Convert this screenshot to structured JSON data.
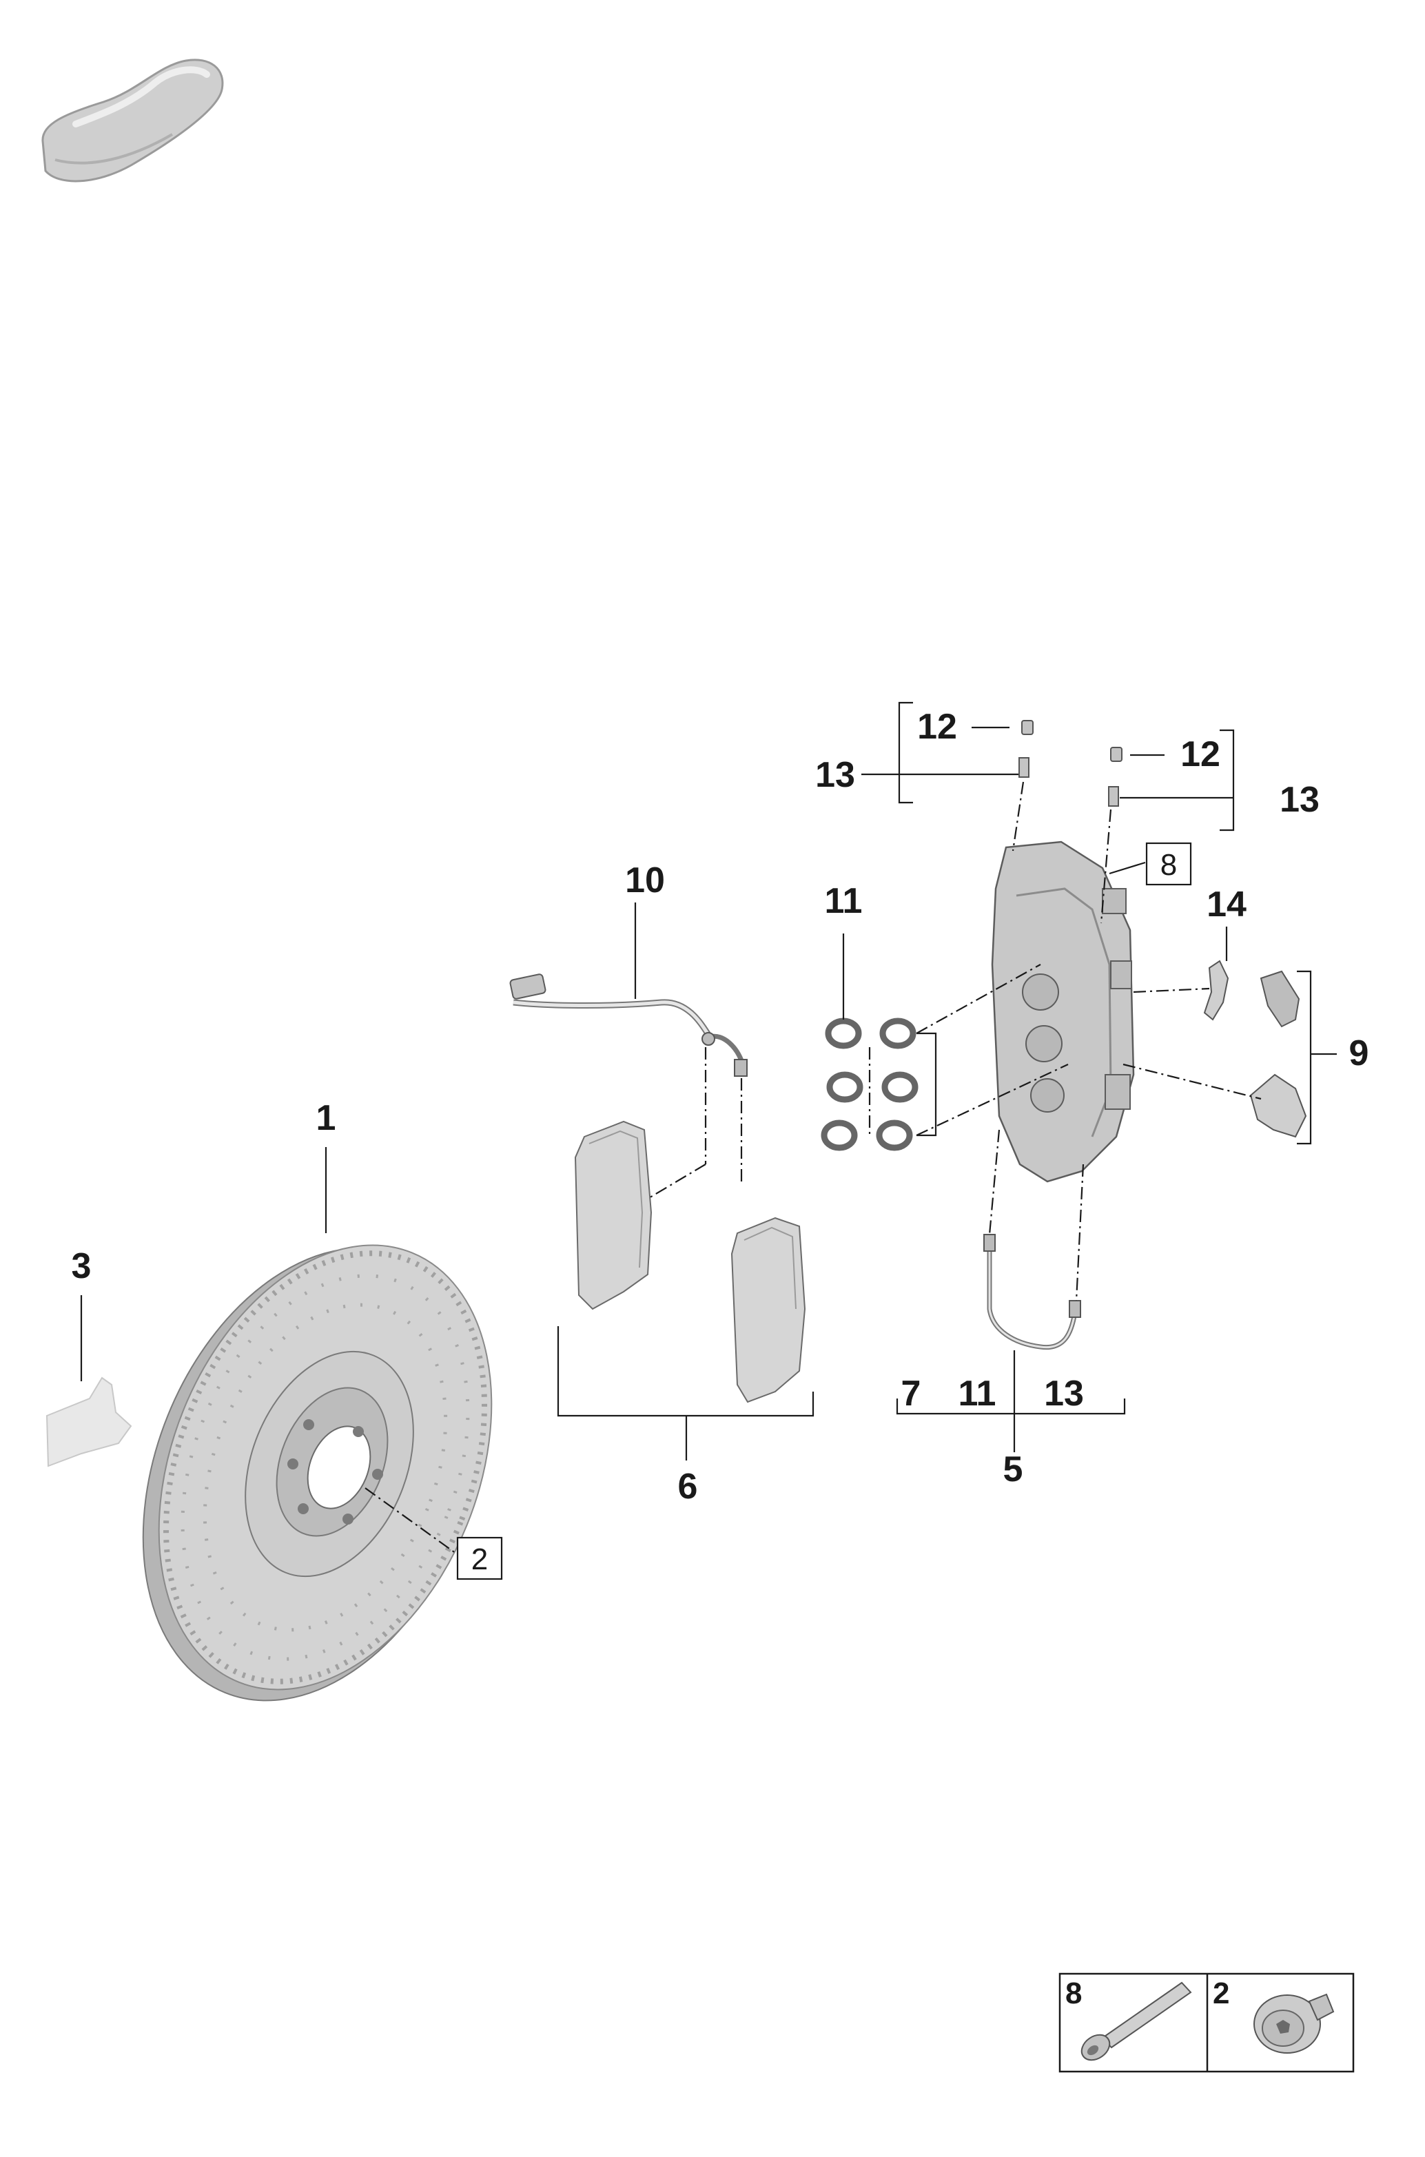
{
  "diagram": {
    "callouts": {
      "c1": "1",
      "c3": "3",
      "c2_box": "2",
      "c6": "6",
      "c10": "10",
      "c11_top": "11",
      "c12_left": "12",
      "c13_left": "13",
      "c12_right": "12",
      "c13_right": "13",
      "c8_box": "8",
      "c14": "14",
      "c9": "9",
      "c7": "7",
      "c11_bottom": "11",
      "c13_bottom": "13",
      "c5": "5"
    },
    "legend": {
      "cell_a": "8",
      "cell_b": "2"
    }
  }
}
